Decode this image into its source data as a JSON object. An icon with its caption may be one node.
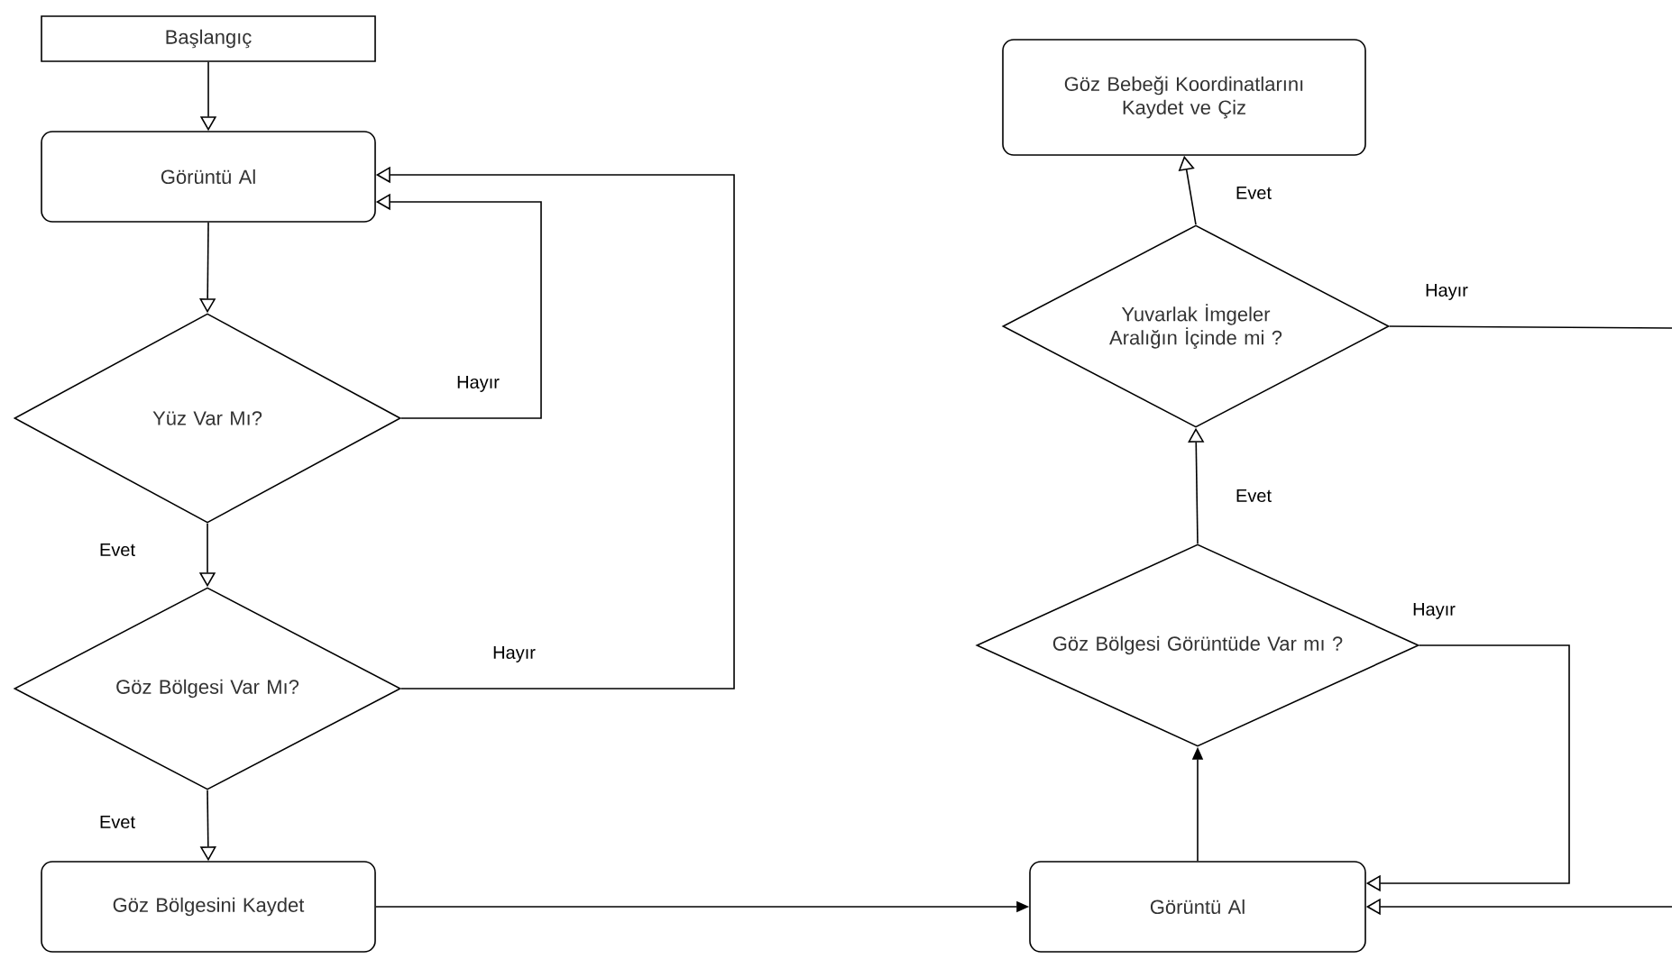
{
  "diagram": {
    "nodes": [
      {
        "text": [
          "Başlangıç"
        ]
      },
      {
        "text": [
          "Görüntü Al"
        ]
      },
      {
        "text": [
          "Yüz Var  Mı?"
        ]
      },
      {
        "text": [
          "Göz Bölgesi Var Mı?"
        ]
      },
      {
        "text": [
          "Göz Bölgesini Kaydet"
        ]
      },
      {
        "text": [
          "Görüntü Al"
        ]
      },
      {
        "text": [
          "Göz Bölgesi Görüntüde Var mı ?"
        ]
      },
      {
        "text": [
          "Yuvarlak İmgeler Aralığın İçinde mi ?"
        ]
      },
      {
        "text": [
          "Göz Bebeği Koordinatlarını Kaydet ve Çiz"
        ]
      }
    ],
    "edges": [
      {
        "from": 0,
        "to": 1,
        "arrow": "to"
      },
      {
        "from": 1,
        "to": 2,
        "arrow": "to"
      },
      {
        "from": 2,
        "to": 3,
        "arrow": "to",
        "label": "Evet"
      },
      {
        "from": 2,
        "to": 1,
        "arrow": "to",
        "label": "Hayır"
      },
      {
        "from": 3,
        "to": 1,
        "arrow": "to",
        "label": "Hayır"
      },
      {
        "from": 3,
        "to": 4,
        "arrow": "to",
        "label": "Evet"
      },
      {
        "from": 4,
        "to": 5,
        "arrow": "to"
      },
      {
        "from": 5,
        "to": 6,
        "arrow": "to"
      },
      {
        "from": 6,
        "to": 5,
        "arrow": "to",
        "label": "Hayır"
      },
      {
        "from": 6,
        "to": 7,
        "arrow": "to",
        "label": "Evet"
      },
      {
        "from": 7,
        "to": 8,
        "arrow": "to",
        "label": "Evet"
      },
      {
        "from": 7,
        "to": null,
        "arrow": "none",
        "label": "Hayır"
      },
      {
        "from": null,
        "to": 5,
        "arrow": "to"
      }
    ]
  }
}
